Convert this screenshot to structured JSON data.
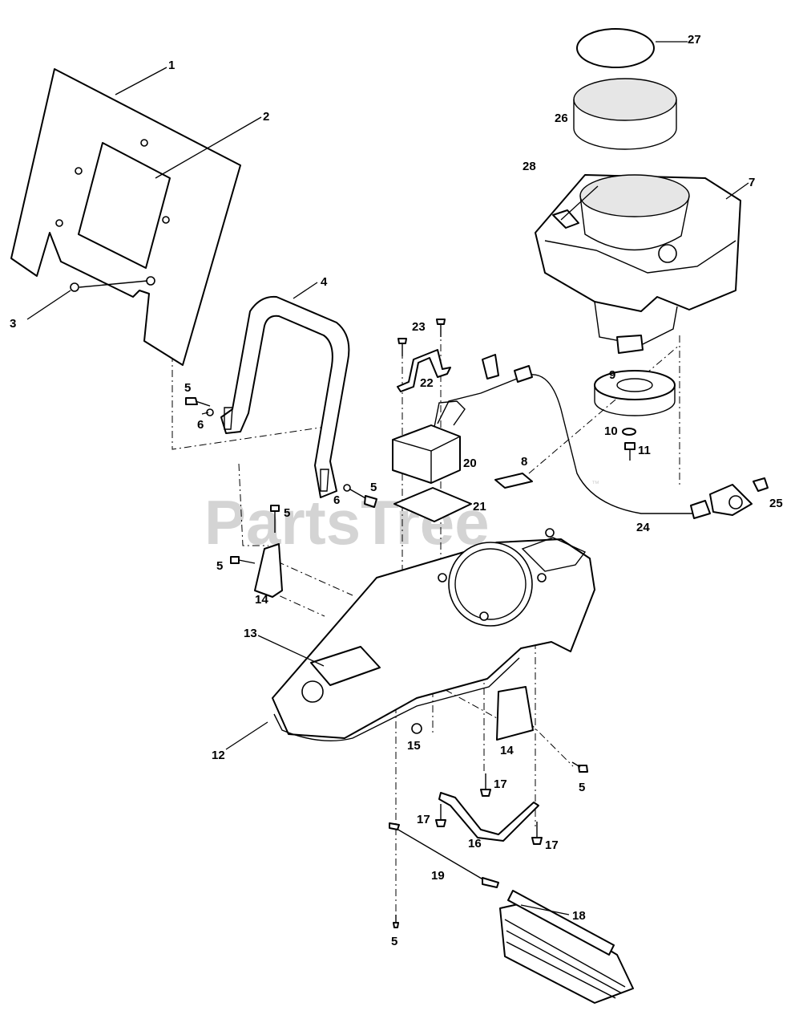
{
  "watermark": {
    "text": "PartsTree",
    "tm": "™"
  },
  "callouts": [
    {
      "id": "c1",
      "text": "1"
    },
    {
      "id": "c2",
      "text": "2"
    },
    {
      "id": "c3",
      "text": "3"
    },
    {
      "id": "c4",
      "text": "4"
    },
    {
      "id": "c5a",
      "text": "5"
    },
    {
      "id": "c5b",
      "text": "5"
    },
    {
      "id": "c5c",
      "text": "5"
    },
    {
      "id": "c5d",
      "text": "5"
    },
    {
      "id": "c5e",
      "text": "5"
    },
    {
      "id": "c5f",
      "text": "5"
    },
    {
      "id": "c6a",
      "text": "6"
    },
    {
      "id": "c6b",
      "text": "6"
    },
    {
      "id": "c7",
      "text": "7"
    },
    {
      "id": "c8",
      "text": "8"
    },
    {
      "id": "c9",
      "text": "9"
    },
    {
      "id": "c10",
      "text": "10"
    },
    {
      "id": "c11",
      "text": "11"
    },
    {
      "id": "c12",
      "text": "12"
    },
    {
      "id": "c13",
      "text": "13"
    },
    {
      "id": "c14a",
      "text": "14"
    },
    {
      "id": "c14b",
      "text": "14"
    },
    {
      "id": "c15",
      "text": "15"
    },
    {
      "id": "c16",
      "text": "16"
    },
    {
      "id": "c17a",
      "text": "17"
    },
    {
      "id": "c17b",
      "text": "17"
    },
    {
      "id": "c17c",
      "text": "17"
    },
    {
      "id": "c18",
      "text": "18"
    },
    {
      "id": "c19",
      "text": "19"
    },
    {
      "id": "c20",
      "text": "20"
    },
    {
      "id": "c21",
      "text": "21"
    },
    {
      "id": "c22",
      "text": "22"
    },
    {
      "id": "c23",
      "text": "23"
    },
    {
      "id": "c24",
      "text": "24"
    },
    {
      "id": "c25",
      "text": "25"
    },
    {
      "id": "c26",
      "text": "26"
    },
    {
      "id": "c27",
      "text": "27"
    },
    {
      "id": "c28",
      "text": "28"
    }
  ]
}
